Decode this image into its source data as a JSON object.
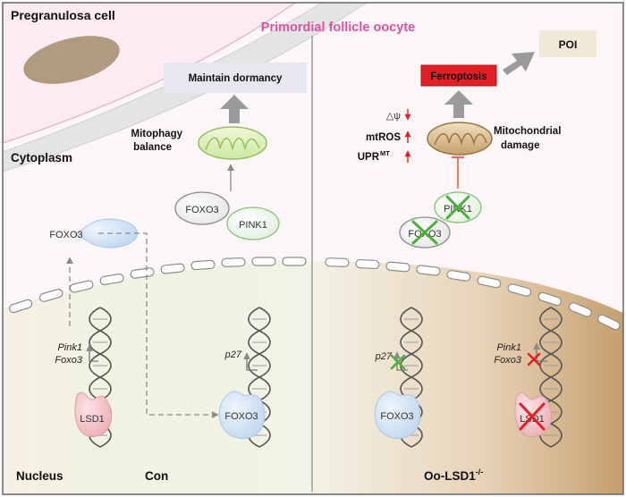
{
  "labels": {
    "pregranulosa": "Pregranulosa cell",
    "follicle_title": "Primordial follicle oocyte",
    "cytoplasm": "Cytoplasm",
    "nucleus": "Nucleus",
    "con": "Con",
    "oo_lsd1": "Oo-LSD1",
    "oo_lsd1_sup": "-/-"
  },
  "left_panel": {
    "maintain": "Maintain dormancy",
    "mitophagy_line1": "Mitophagy",
    "mitophagy_line2": "balance",
    "foxo3_cyto": "FOXO3",
    "foxo3_mid": "FOXO3",
    "pink1_mid": "PINK1",
    "pink1_gene": "Pink1",
    "foxo3_gene": "Foxo3",
    "lsd1": "LSD1",
    "p27_gene": "p27",
    "foxo3_nuc": "FOXO3"
  },
  "right_panel": {
    "poi": "POI",
    "ferroptosis": "Ferroptosis",
    "delta_psi": "△ψ",
    "mtros": "mtROS",
    "upr": "UPR",
    "upr_sup": "MT",
    "mito_line1": "Mitochondrial",
    "mito_line2": "damage",
    "pink1_x": "PINK1",
    "foxo3_x": "FOXO3",
    "p27_gene": "p27",
    "foxo3_nuc": "FOXO3",
    "pink1_gene": "Pink1",
    "foxo3_gene": "Foxo3",
    "lsd1_x": "LSD1"
  },
  "colors": {
    "title_pink": "#e0529c",
    "ferroptosis_red": "#e31e24",
    "inhibit_red": "#e8463c",
    "x_green": "#4caf3a",
    "x_red": "#e31e24",
    "arrow_gray": "#9a9a9a",
    "maintain_box": "#e7e7f0",
    "poi_box": "#f2e8d8"
  }
}
